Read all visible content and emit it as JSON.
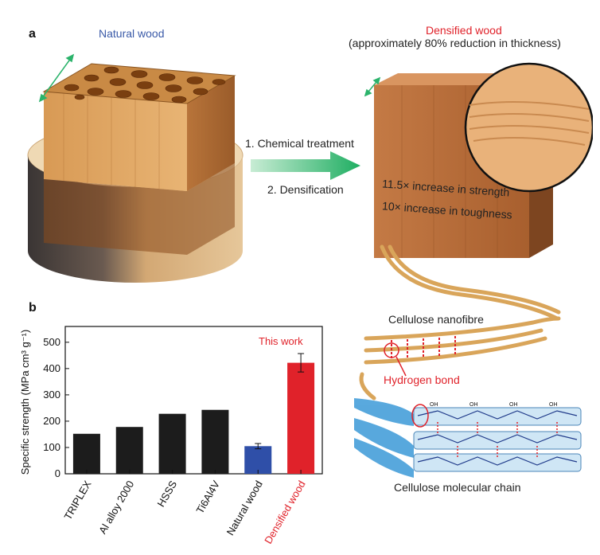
{
  "panel_a": {
    "letter": "a",
    "natural_wood_title": "Natural wood",
    "densified_title": "Densified wood",
    "densified_subtitle": "(approximately 80% reduction in thickness)",
    "step1": "1. Chemical treatment",
    "step2": "2. Densification",
    "strength_text": "11.5× increase in strength",
    "toughness_text": "10× increase in toughness",
    "nanofibre_label": "Cellulose nanofibre",
    "hbond_label": "Hydrogen bond",
    "molecular_label": "Cellulose molecular chain",
    "oh_label": "OH",
    "colors": {
      "arrow": "#2bb36b",
      "red": "#e0222a",
      "blue": "#3a5aa8",
      "wood": "#c98a4b"
    }
  },
  "panel_b": {
    "letter": "b",
    "annotation": "This work"
  },
  "chart_data": {
    "type": "bar",
    "categories": [
      "TRIPLEX",
      "Al alloy 2000",
      "HSSS",
      "Ti6Al4V",
      "Natural wood",
      "Densified wood"
    ],
    "values": [
      152,
      178,
      228,
      243,
      105,
      422
    ],
    "errors": [
      0,
      0,
      0,
      0,
      10,
      35
    ],
    "colors": [
      "#1c1c1c",
      "#1c1c1c",
      "#1c1c1c",
      "#1c1c1c",
      "#2f4fa8",
      "#e0222a"
    ],
    "ylabel": "Specific strength (MPa cm³ g⁻¹)",
    "ylim": [
      0,
      560
    ],
    "yticks": [
      0,
      100,
      200,
      300,
      400,
      500
    ]
  }
}
